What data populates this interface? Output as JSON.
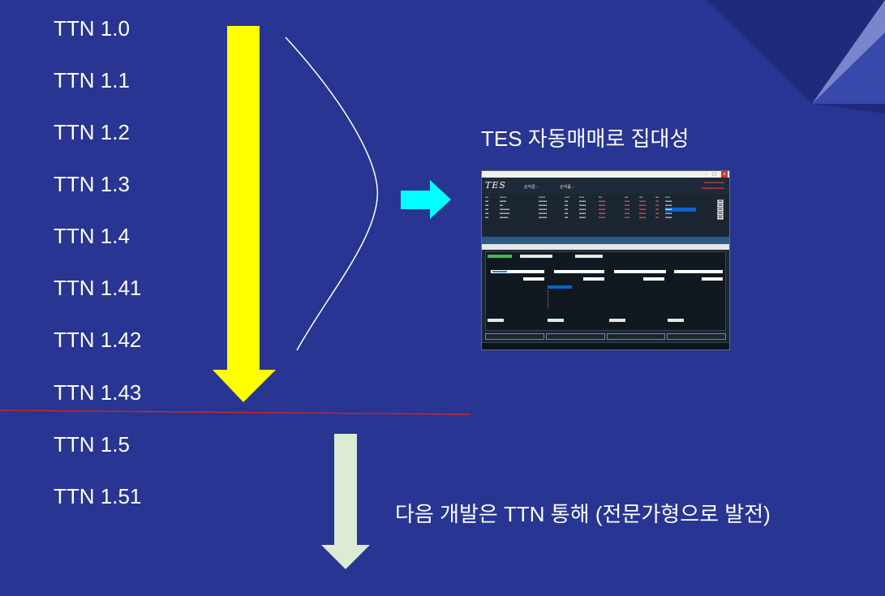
{
  "versions": [
    "TTN 1.0",
    "TTN 1.1",
    "TTN 1.2",
    "TTN 1.3",
    "TTN 1.4",
    "TTN 1.41",
    "TTN 1.42",
    "TTN 1.43",
    "TTN 1.5",
    "TTN 1.51"
  ],
  "captions": {
    "tes": "TES 자동매매로 집대성",
    "next": "다음 개발은 TTN 통해 (전문가형으로 발전)"
  },
  "thumbnail": {
    "logo": "TES",
    "profit_label": "손익금 :",
    "return_label": "손익률 :"
  },
  "colors": {
    "background": "#283593",
    "yellow_arrow": "#ffff00",
    "pale_arrow": "#dcebd2",
    "cyan_arrow": "#00ffff",
    "divider_line": "#c62828",
    "brace_curve": "#ffffff",
    "corner_dark": "#1a237e",
    "corner_light": "#7986cb"
  },
  "icons": {
    "down_arrow_main": "arrow-down-icon",
    "down_arrow_next": "arrow-down-icon",
    "right_arrow": "arrow-right-icon",
    "brace": "brace-curve"
  }
}
